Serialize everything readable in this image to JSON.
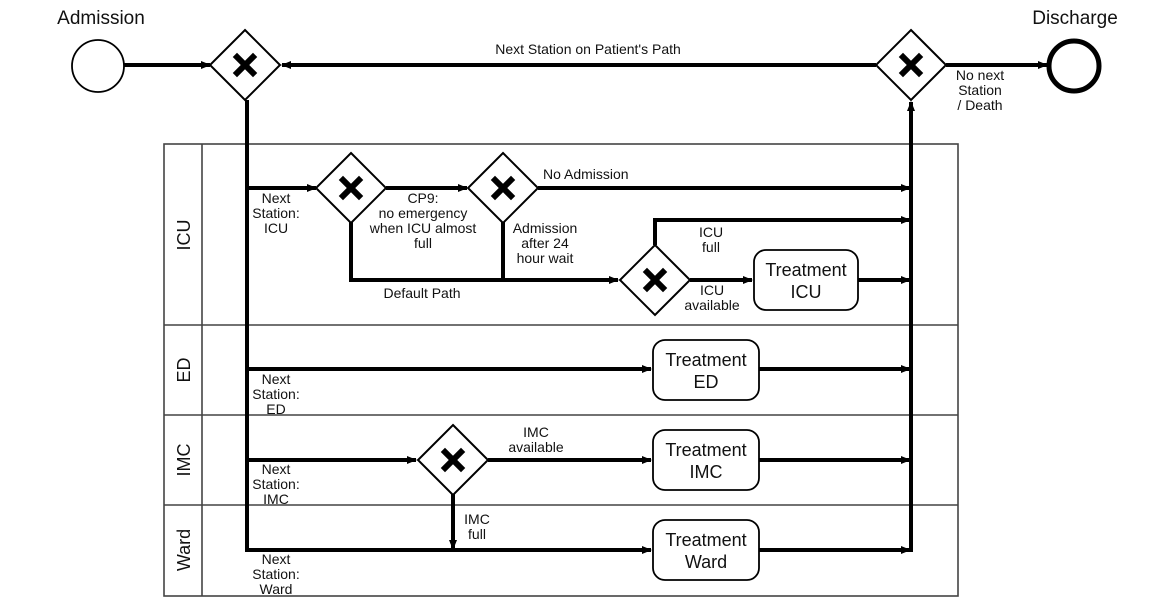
{
  "events": {
    "start": {
      "label": "Admission"
    },
    "end": {
      "label": "Discharge"
    }
  },
  "top_flow": {
    "loop_label": "Next Station on Patient's Path",
    "end_label": [
      "No next",
      "Station",
      "/ Death"
    ]
  },
  "lanes": [
    {
      "id": "icu",
      "label": "ICU"
    },
    {
      "id": "ed",
      "label": "ED"
    },
    {
      "id": "imc",
      "label": "IMC"
    },
    {
      "id": "ward",
      "label": "Ward"
    }
  ],
  "icu": {
    "next_station": [
      "Next",
      "Station:",
      "ICU"
    ],
    "cp9": [
      "CP9:",
      "no emergency",
      "when ICU almost",
      "full"
    ],
    "no_admission": "No Admission",
    "admission_wait": [
      "Admission",
      "after 24",
      "hour wait"
    ],
    "default_path": "Default Path",
    "icu_full": [
      "ICU",
      "full"
    ],
    "icu_available": [
      "ICU",
      "available"
    ],
    "task": [
      "Treatment",
      "ICU"
    ]
  },
  "ed": {
    "next_station": [
      "Next",
      "Station:",
      "ED"
    ],
    "task": [
      "Treatment",
      "ED"
    ]
  },
  "imc": {
    "next_station": [
      "Next",
      "Station:",
      "IMC"
    ],
    "imc_available": [
      "IMC",
      "available"
    ],
    "imc_full": [
      "IMC",
      "full"
    ],
    "task": [
      "Treatment",
      "IMC"
    ]
  },
  "ward": {
    "next_station": [
      "Next",
      "Station:",
      "Ward"
    ],
    "task": [
      "Treatment",
      "Ward"
    ]
  }
}
